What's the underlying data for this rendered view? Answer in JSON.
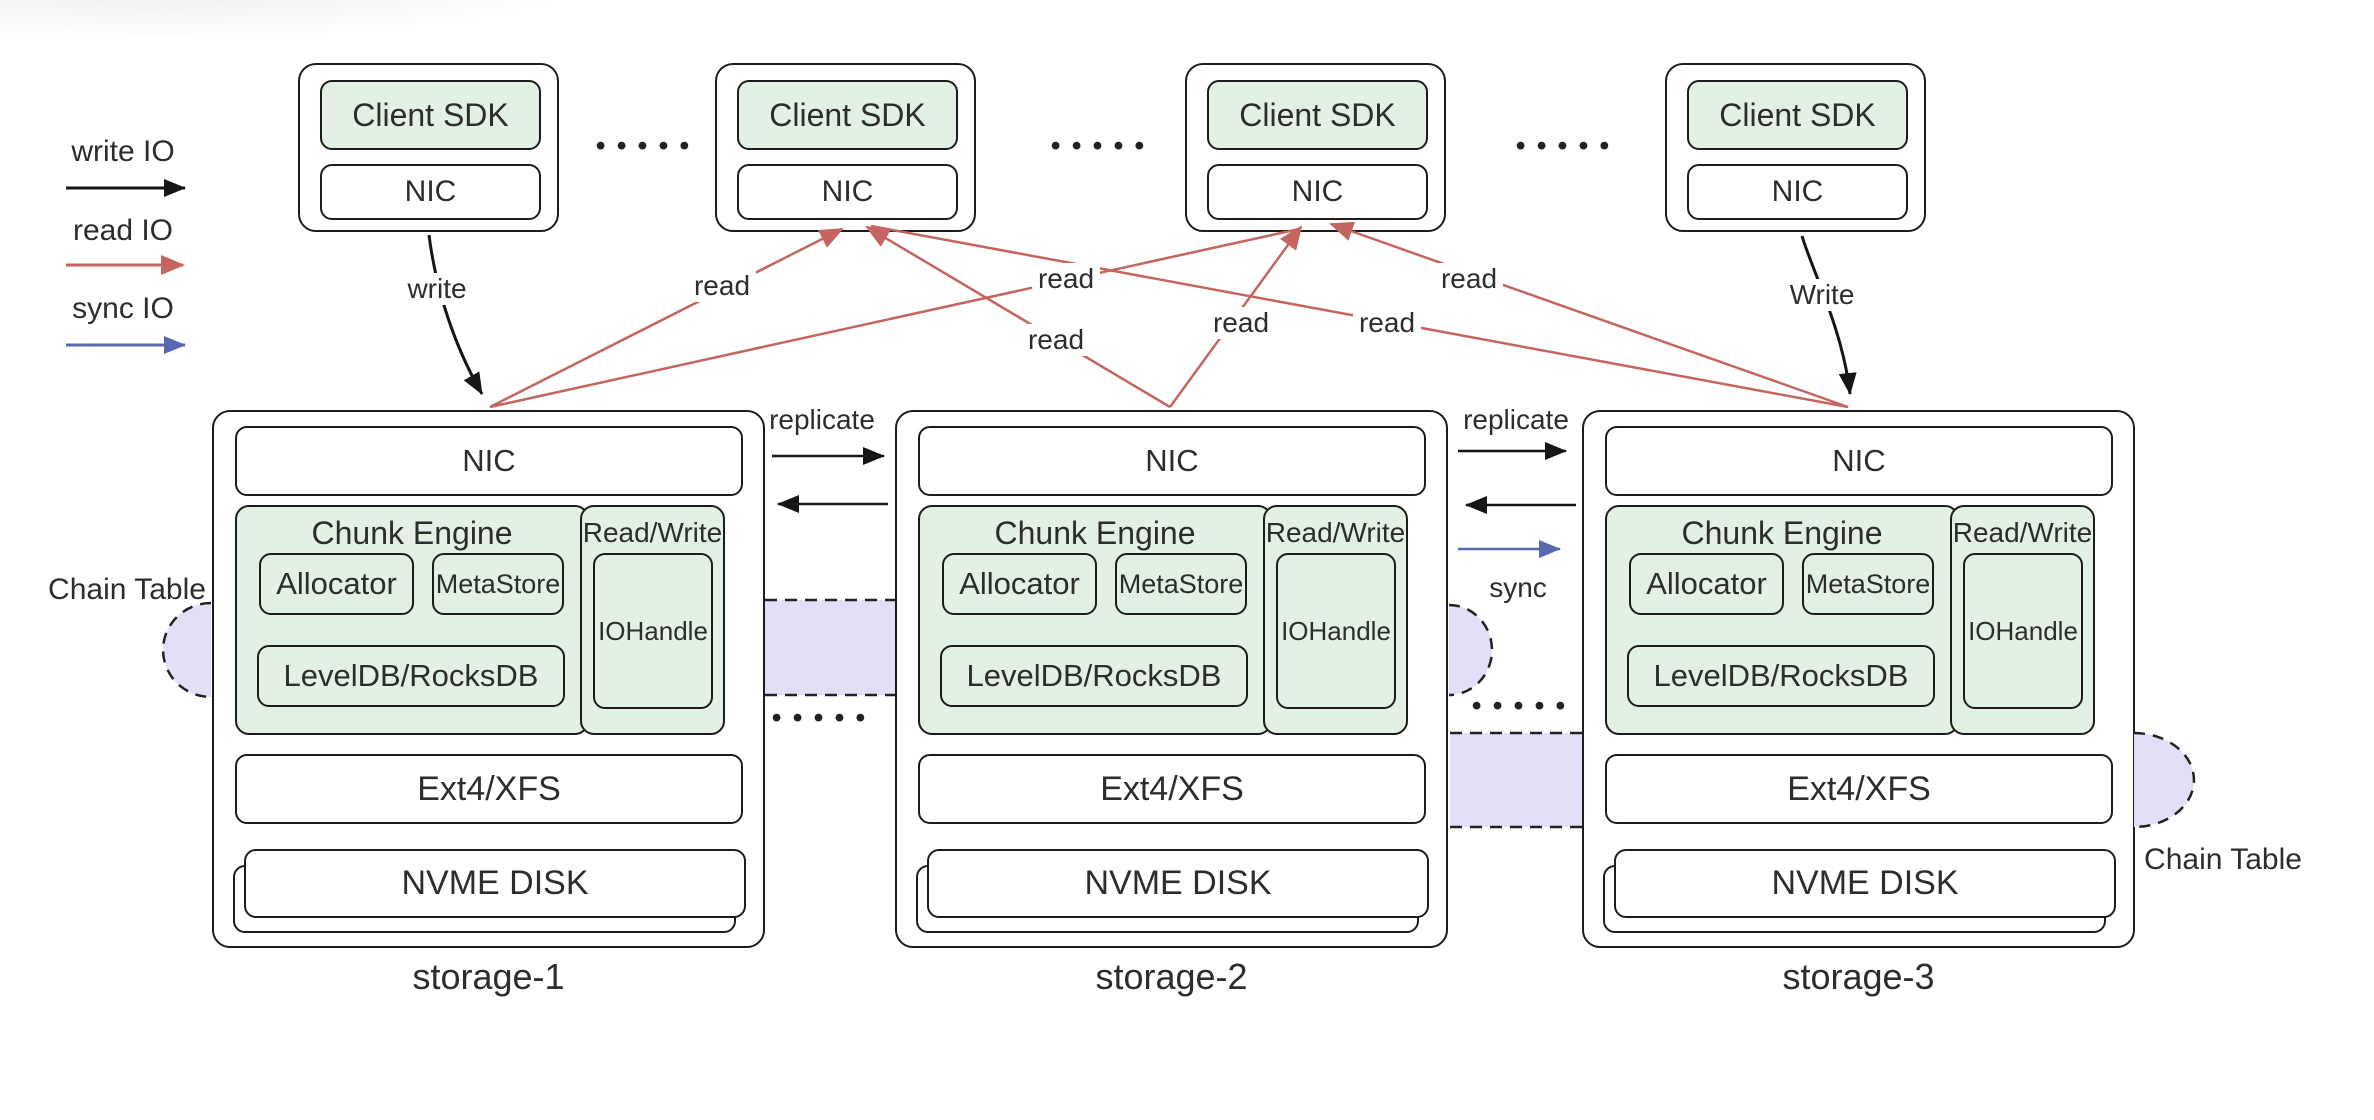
{
  "colors": {
    "box_border": "#1c1c1c",
    "green_fill": "#e2f1e3",
    "lavender_fill": "#e5def8",
    "read_red": "#c4655f",
    "sync_blue": "#5a68b0",
    "write_black": "#161616"
  },
  "legend": {
    "write": "write IO",
    "read": "read IO",
    "sync": "sync IO"
  },
  "clients": [
    {
      "sdk": "Client SDK",
      "nic": "NIC"
    },
    {
      "sdk": "Client SDK",
      "nic": "NIC"
    },
    {
      "sdk": "Client SDK",
      "nic": "NIC"
    },
    {
      "sdk": "Client SDK",
      "nic": "NIC"
    }
  ],
  "separators": {
    "dots": "•••••"
  },
  "storages": [
    {
      "name": "storage-1",
      "nic": "NIC",
      "chunk_engine": "Chunk Engine",
      "allocator": "Allocator",
      "metastore": "MetaStore",
      "kvdb": "LevelDB/RocksDB",
      "readwrite": "Read/Write",
      "iohandle": "IOHandle",
      "filesystem": "Ext4/XFS",
      "disk": "NVME DISK"
    },
    {
      "name": "storage-2",
      "nic": "NIC",
      "chunk_engine": "Chunk Engine",
      "allocator": "Allocator",
      "metastore": "MetaStore",
      "kvdb": "LevelDB/RocksDB",
      "readwrite": "Read/Write",
      "iohandle": "IOHandle",
      "filesystem": "Ext4/XFS",
      "disk": "NVME DISK"
    },
    {
      "name": "storage-3",
      "nic": "NIC",
      "chunk_engine": "Chunk Engine",
      "allocator": "Allocator",
      "metastore": "MetaStore",
      "kvdb": "LevelDB/RocksDB",
      "readwrite": "Read/Write",
      "iohandle": "IOHandle",
      "filesystem": "Ext4/XFS",
      "disk": "NVME DISK"
    }
  ],
  "flows": {
    "write": "write",
    "write_cap": "Write",
    "read_labels": [
      "read",
      "read",
      "read",
      "read",
      "read",
      "read"
    ],
    "replicate_labels": [
      "replicate",
      "replicate"
    ],
    "sync": "sync"
  },
  "chain_table": {
    "left": "Chain Table",
    "right": "Chain Table"
  }
}
